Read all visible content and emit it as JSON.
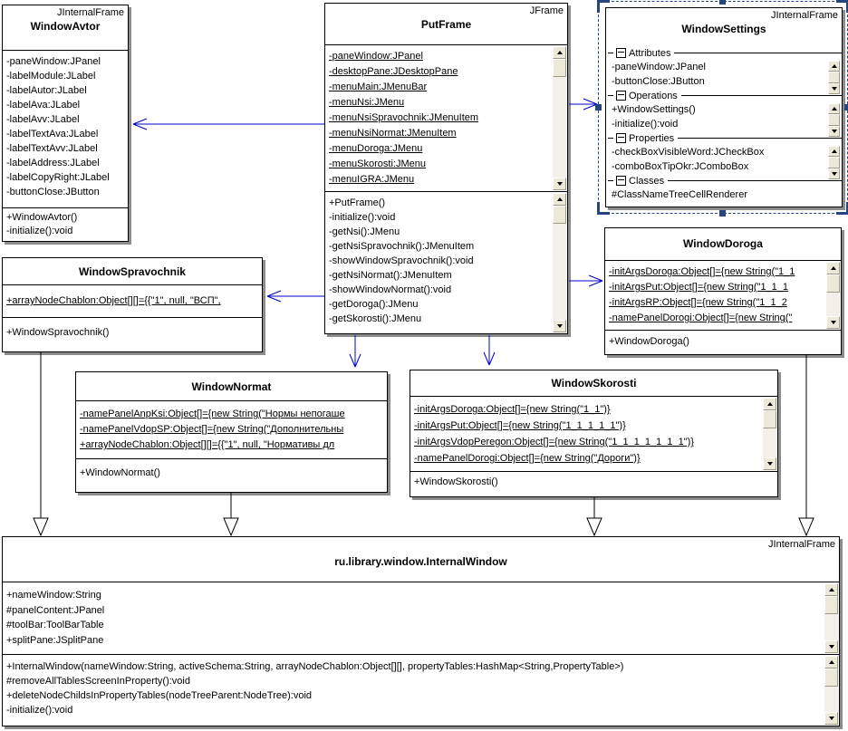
{
  "classes": {
    "windowAvtor": {
      "stereotype": "JInternalFrame",
      "name": "WindowAvtor",
      "attributes": [
        "-paneWindow:JPanel",
        "-labelModule:JLabel",
        "-labelAutor:JLabel",
        "-labelAva:JLabel",
        "-labelAvv:JLabel",
        "-labelTextAva:JLabel",
        "-labelTextAvv:JLabel",
        "-labelAddress:JLabel",
        "-labelCopyRight:JLabel",
        "-buttonClose:JButton"
      ],
      "operations": [
        "+WindowAvtor()",
        "-initialize():void"
      ]
    },
    "putFrame": {
      "stereotype": "JFrame",
      "name": "PutFrame",
      "attributes": [
        "-paneWindow:JPanel",
        "-desktopPane:JDesktopPane",
        "-menuMain:JMenuBar",
        "-menuNsi:JMenu",
        "-menuNsiSpravochnik:JMenuItem",
        "-menuNsiNormat:JMenuItem",
        "-menuDoroga:JMenu",
        "-menuSkorosti:JMenu",
        "-menuIGRA:JMenu"
      ],
      "operations": [
        "+PutFrame()",
        "-initialize():void",
        "-getNsi():JMenu",
        "-getNsiSpravochnik():JMenuItem",
        "-showWindowSpravochnik():void",
        "-getNsiNormat():JMenuItem",
        "-showWindowNormat():void",
        "-getDoroga():JMenu",
        "-getSkorosti():JMenu"
      ]
    },
    "windowSettings": {
      "stereotype": "JInternalFrame",
      "name": "WindowSettings",
      "groups": [
        {
          "label": "Attributes",
          "items": [
            "-paneWindow:JPanel",
            "-buttonClose:JButton"
          ]
        },
        {
          "label": "Operations",
          "items": [
            "+WindowSettings()",
            "-initialize():void"
          ]
        },
        {
          "label": "Properties",
          "items": [
            "-checkBoxVisibleWord:JCheckBox",
            "-comboBoxTipOkr:JComboBox"
          ]
        },
        {
          "label": "Classes",
          "items": [
            "#ClassNameTreeCellRenderer"
          ]
        }
      ]
    },
    "windowSpravochnik": {
      "name": "WindowSpravochnik",
      "attributes": [
        "+arrayNodeChablon:Object[][]={{\"1\", null, \"ВСП\","
      ],
      "operations": [
        "+WindowSpravochnik()"
      ]
    },
    "windowDoroga": {
      "name": "WindowDoroga",
      "attributes": [
        "-initArgsDoroga:Object[]={new String(\"1_1",
        "-initArgsPut:Object[]={new String(\"1_1_1",
        "-initArgsRP:Object[]={new String(\"1_1_2",
        "-namePanelDorogi:Object[]={new String(\""
      ],
      "operations": [
        "+WindowDoroga()"
      ]
    },
    "windowNormat": {
      "name": "WindowNormat",
      "attributes": [
        "-namePanelAnpKsi:Object[]={new String(\"Нормы непогаше",
        "-namePanelVdopSP:Object[]={new String(\"Дополнительны",
        "+arrayNodeChablon:Object[][]={{\"1\", null, \"Нормативы дл"
      ],
      "operations": [
        "+WindowNormat()"
      ]
    },
    "windowSkorosti": {
      "name": "WindowSkorosti",
      "attributes": [
        "-initArgsDoroga:Object[]={new String(\"1_1\")}",
        "-initArgsPut:Object[]={new String(\"1_1_1_1_1\")}",
        "-initArgsVdopPeregon:Object[]={new String(\"1_1_1_1_1_1_1\")}",
        "-namePanelDorogi:Object[]={new String(\"Дороги\")}"
      ],
      "operations": [
        "+WindowSkorosti()"
      ]
    },
    "internalWindow": {
      "stereotype": "JInternalFrame",
      "name": "ru.library.window.InternalWindow",
      "attributes": [
        "+nameWindow:String",
        "#panelContent:JPanel",
        "#toolBar:ToolBarTable",
        "+splitPane:JSplitPane"
      ],
      "operations": [
        "+InternalWindow(nameWindow:String, activeSchema:String, arrayNodeChablon:Object[][], propertyTables:HashMap<String,PropertyTable>)",
        "#removeAllTablesScreenInProperty():void",
        "+deleteNodeChildsInPropertyTables(nodeTreeParent:NodeTree):void",
        "-initialize():void"
      ]
    }
  },
  "colors": {
    "dependency_arrow": "#0000cc",
    "generalization_line": "#000000",
    "selection_handles": "#24457f",
    "box_shadow": "#8c8c8c",
    "scrollbar_face": "#ece9d8"
  }
}
